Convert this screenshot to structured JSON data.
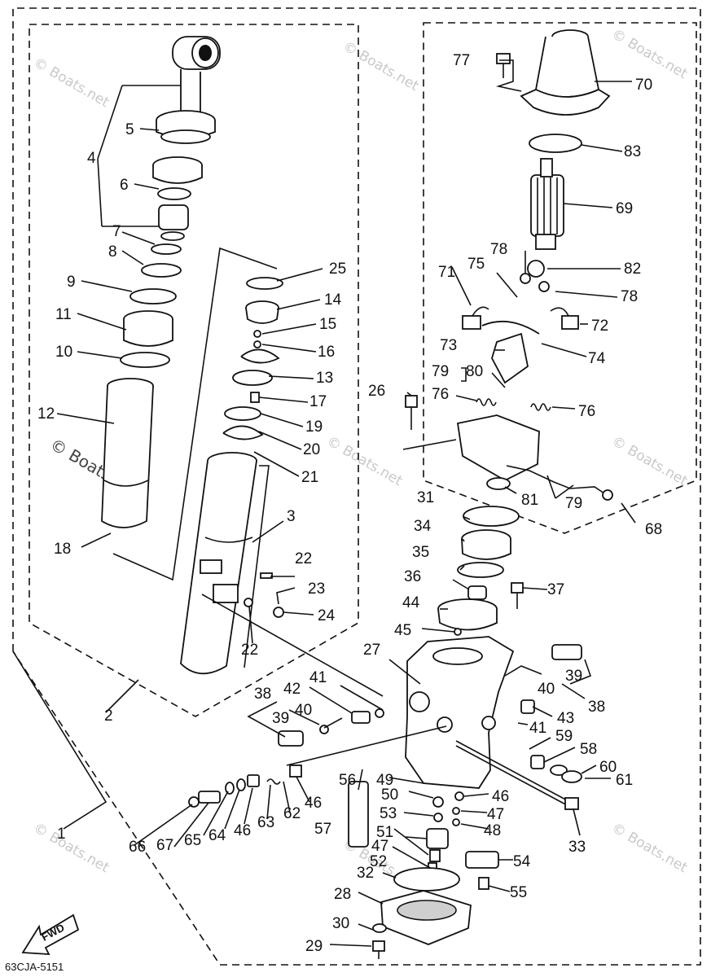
{
  "watermark": "© Boats.net",
  "diagram_code": "63CJA-5151",
  "direction_label": "FWD",
  "callouts": [
    "1",
    "2",
    "3",
    "4",
    "5",
    "6",
    "7",
    "8",
    "9",
    "10",
    "11",
    "12",
    "14",
    "13",
    "15",
    "16",
    "17",
    "18",
    "19",
    "20",
    "21",
    "22",
    "23",
    "24",
    "25",
    "26",
    "27",
    "28",
    "29",
    "30",
    "31",
    "32",
    "33",
    "34",
    "35",
    "36",
    "37",
    "38",
    "39",
    "40",
    "41",
    "42",
    "43",
    "44",
    "45",
    "46",
    "47",
    "48",
    "49",
    "50",
    "51",
    "52",
    "53",
    "54",
    "55",
    "56",
    "57",
    "58",
    "59",
    "60",
    "61",
    "62",
    "63",
    "64",
    "65",
    "66",
    "67",
    "68",
    "69",
    "70",
    "71",
    "72",
    "73",
    "74",
    "75",
    "76",
    "77",
    "78",
    "79",
    "80",
    "81",
    "82",
    "83"
  ]
}
